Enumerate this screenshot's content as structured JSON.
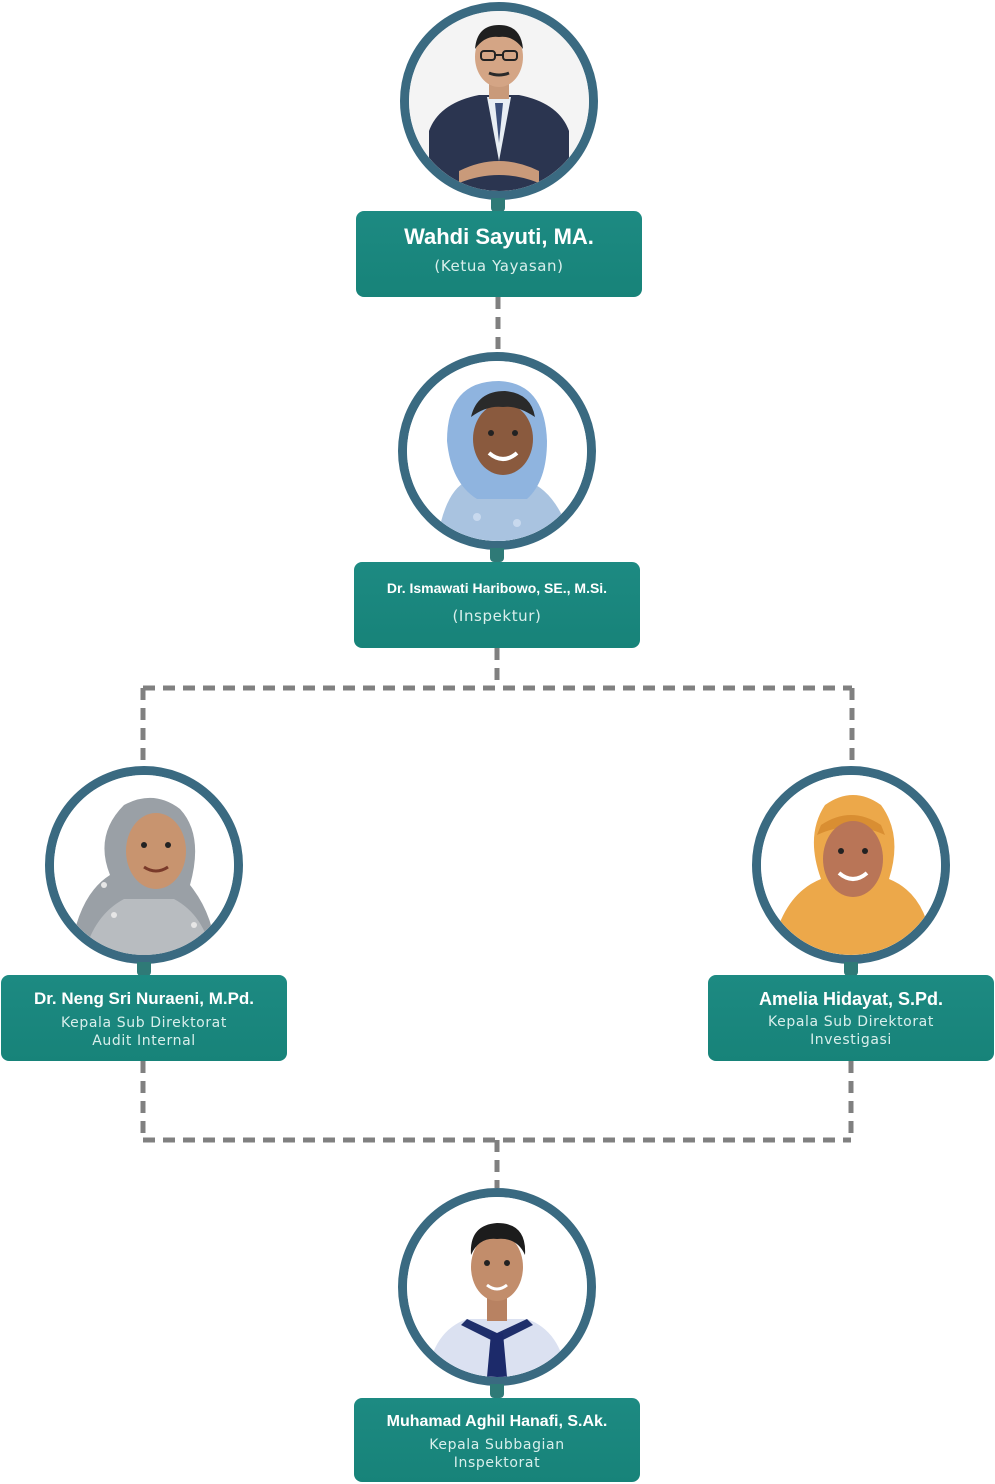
{
  "colors": {
    "card_bg": "#1d8a82",
    "avatar_ring": "#3a6a81",
    "connector": "#808080",
    "card_text": "#ffffff"
  },
  "members": [
    {
      "name": "Wahdi Sayuti, MA.",
      "role_line1": "(Ketua Yayasan)",
      "role_line2": "",
      "photo": "man-in-suit-with-glasses-photo"
    },
    {
      "name": "Dr. Ismawati Haribowo, SE., M.Si.",
      "role_line1": "(Inspektur)",
      "role_line2": "",
      "photo": "woman-in-light-blue-hijab-photo"
    },
    {
      "name": "Dr. Neng Sri Nuraeni, M.Pd.",
      "role_line1": "Kepala Sub Direktorat",
      "role_line2": "Audit Internal",
      "photo": "woman-in-grey-hijab-photo"
    },
    {
      "name": "Amelia Hidayat, S.Pd.",
      "role_line1": "Kepala Sub Direktorat",
      "role_line2": "Investigasi",
      "photo": "woman-in-orange-hijab-photo"
    },
    {
      "name": "Muhamad Aghil Hanafi, S.Ak.",
      "role_line1": "Kepala Subbagian",
      "role_line2": "Inspektorat",
      "photo": "young-man-with-blue-tie-photo"
    }
  ]
}
